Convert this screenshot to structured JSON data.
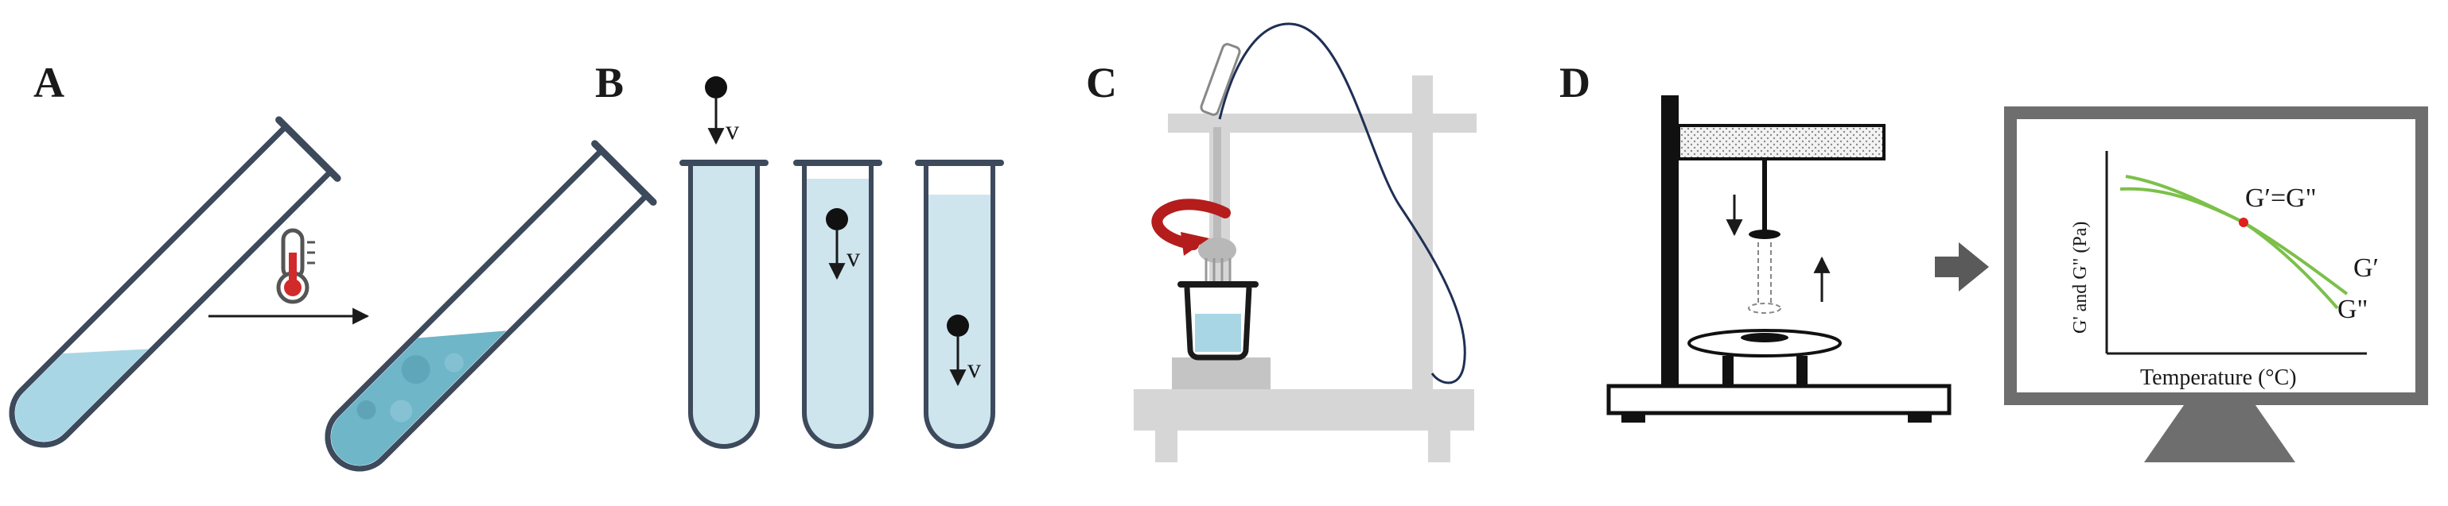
{
  "panels": {
    "a": {
      "letter": "A"
    },
    "b": {
      "letter": "B",
      "velocity_label": "v"
    },
    "c": {
      "letter": "C"
    },
    "d": {
      "letter": "D",
      "plot": {
        "y_axis_label": "G' and G\" (Pa)",
        "x_axis_label": "Temperature (°C)",
        "crossover_label": "G′=G\"",
        "curve_labels": [
          "G′",
          "G\""
        ]
      }
    }
  },
  "colors": {
    "liquid": "#a9d6e5",
    "gel": "#6eb6c8",
    "tube_outline": "#3d4a5c",
    "curve": "#7cc04a",
    "crossover_dot": "#e21e1e",
    "rotation_arrow": "#b51d1d",
    "stand_gray": "#d6d6d6",
    "monitor_frame": "#6e6e6e",
    "flow_arrow": "#5a5a5a"
  }
}
